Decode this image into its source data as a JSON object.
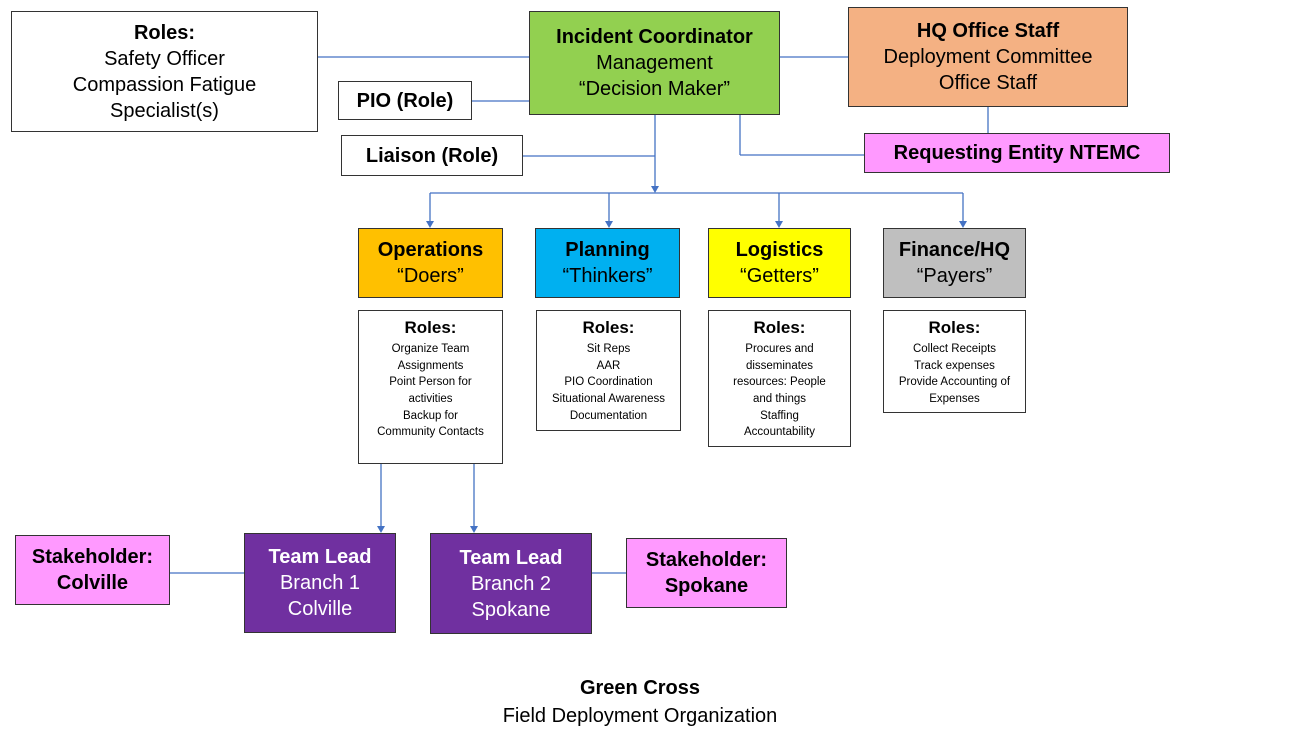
{
  "roles_box": {
    "title": "Roles:",
    "lines": [
      "Safety Officer",
      "Compassion Fatigue",
      "Specialist(s)"
    ]
  },
  "incident_coordinator": {
    "title": "Incident Coordinator",
    "lines": [
      "Management",
      "“Decision Maker”"
    ],
    "color": "#92d050"
  },
  "hq_office": {
    "title": "HQ Office Staff",
    "lines": [
      "Deployment Committee",
      "Office Staff"
    ],
    "color": "#f4b183"
  },
  "pio": {
    "label": "PIO (Role)"
  },
  "liaison": {
    "label": "Liaison (Role)"
  },
  "requesting_entity": {
    "label": "Requesting Entity NTEMC",
    "color": "#ff99ff"
  },
  "sections": [
    {
      "title": "Operations",
      "subtitle": "“Doers”",
      "color": "#ffc000",
      "roles_title": "Roles:",
      "roles": [
        "Organize Team",
        "Assignments",
        "Point Person for",
        "activities",
        "Backup for",
        "Community Contacts"
      ]
    },
    {
      "title": "Planning",
      "subtitle": "“Thinkers”",
      "color": "#00b0f0",
      "roles_title": "Roles:",
      "roles": [
        "Sit Reps",
        "AAR",
        "PIO Coordination",
        "Situational Awareness",
        "Documentation"
      ]
    },
    {
      "title": "Logistics",
      "subtitle": "“Getters”",
      "color": "#ffff00",
      "roles_title": "Roles:",
      "roles": [
        "Procures and",
        "disseminates",
        "resources: People",
        "and things",
        "Staffing",
        "Accountability"
      ]
    },
    {
      "title": "Finance/HQ",
      "subtitle": "“Payers”",
      "color": "#bfbfbf",
      "roles_title": "Roles:",
      "roles": [
        "Collect Receipts",
        "Track expenses",
        "Provide Accounting of",
        "Expenses"
      ]
    }
  ],
  "team_leads": [
    {
      "title": "Team Lead",
      "lines": [
        "Branch 1",
        "Colville"
      ]
    },
    {
      "title": "Team Lead",
      "lines": [
        "Branch 2",
        "Spokane"
      ]
    }
  ],
  "stakeholders": [
    {
      "title": "Stakeholder:",
      "name": "Colville"
    },
    {
      "title": "Stakeholder:",
      "name": "Spokane"
    }
  ],
  "caption": {
    "title": "Green Cross",
    "subtitle": "Field Deployment Organization"
  },
  "colors": {
    "team_lead": "#7030a0",
    "stakeholder": "#ff99ff",
    "connector": "#4472c4"
  }
}
